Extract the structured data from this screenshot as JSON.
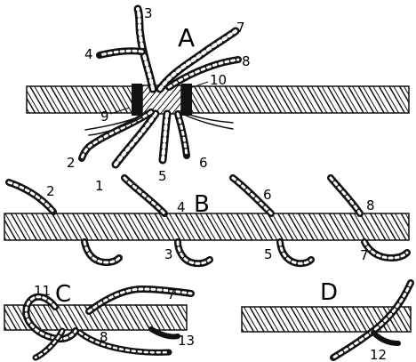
{
  "panels": {
    "a": "A",
    "b": "B",
    "c": "C",
    "d": "D"
  },
  "strand_numbers": {
    "n1": "1",
    "n2": "2",
    "n3": "3",
    "n4": "4",
    "n5": "5",
    "n6": "6",
    "n7": "7",
    "n8": "8",
    "n9": "9",
    "n10": "10",
    "n11": "11",
    "n12": "12",
    "n13": "13"
  },
  "colors": {
    "ink": "#111111",
    "paper": "#ffffff"
  }
}
